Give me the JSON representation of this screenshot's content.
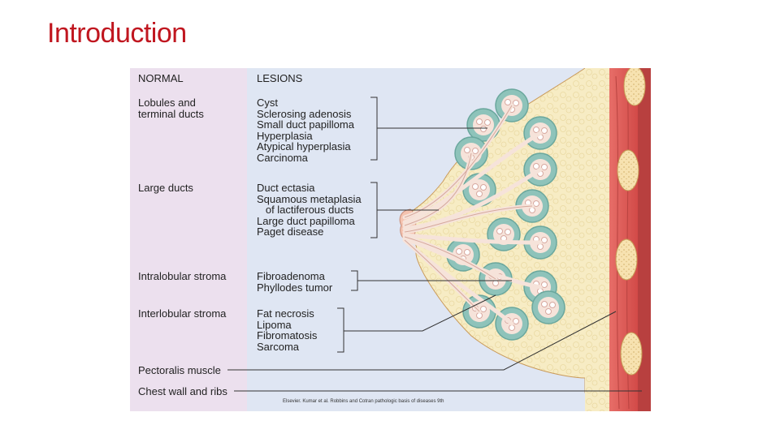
{
  "slide": {
    "title": "Introduction"
  },
  "figure": {
    "headers": {
      "normal": "NORMAL",
      "lesions": "LESIONS"
    },
    "rows": [
      {
        "normal": "Lobules and\nterminal ducts",
        "lesions": [
          "Cyst",
          "Sclerosing adenosis",
          "Small duct papilloma",
          "Hyperplasia",
          "Atypical hyperplasia",
          "Carcinoma"
        ]
      },
      {
        "normal": "Large ducts",
        "lesions": [
          "Duct ectasia",
          "Squamous metaplasia",
          "   of lactiferous ducts",
          "Large duct papilloma",
          "Paget disease"
        ]
      },
      {
        "normal": "Intralobular stroma",
        "lesions": [
          "Fibroadenoma",
          "Phyllodes tumor"
        ]
      },
      {
        "normal": "Interlobular stroma",
        "lesions": [
          "Fat necrosis",
          "Lipoma",
          "Fibromatosis",
          "Sarcoma"
        ]
      },
      {
        "normal": "Pectoralis muscle",
        "lesions": []
      },
      {
        "normal": "Chest wall and ribs",
        "lesions": []
      }
    ],
    "credit": "Elsevier. Kumar et al. Robbins and Cotran pathologic basis of diseases 9th",
    "colors": {
      "normal_panel": "#ece0ee",
      "lesion_panel": "#dfe6f3",
      "fat": "#f7ecc4",
      "lobule": "#8ec3ba",
      "duct": "#f6e3da",
      "muscle": "#e0605c",
      "rib": "#f7e2b0"
    }
  }
}
